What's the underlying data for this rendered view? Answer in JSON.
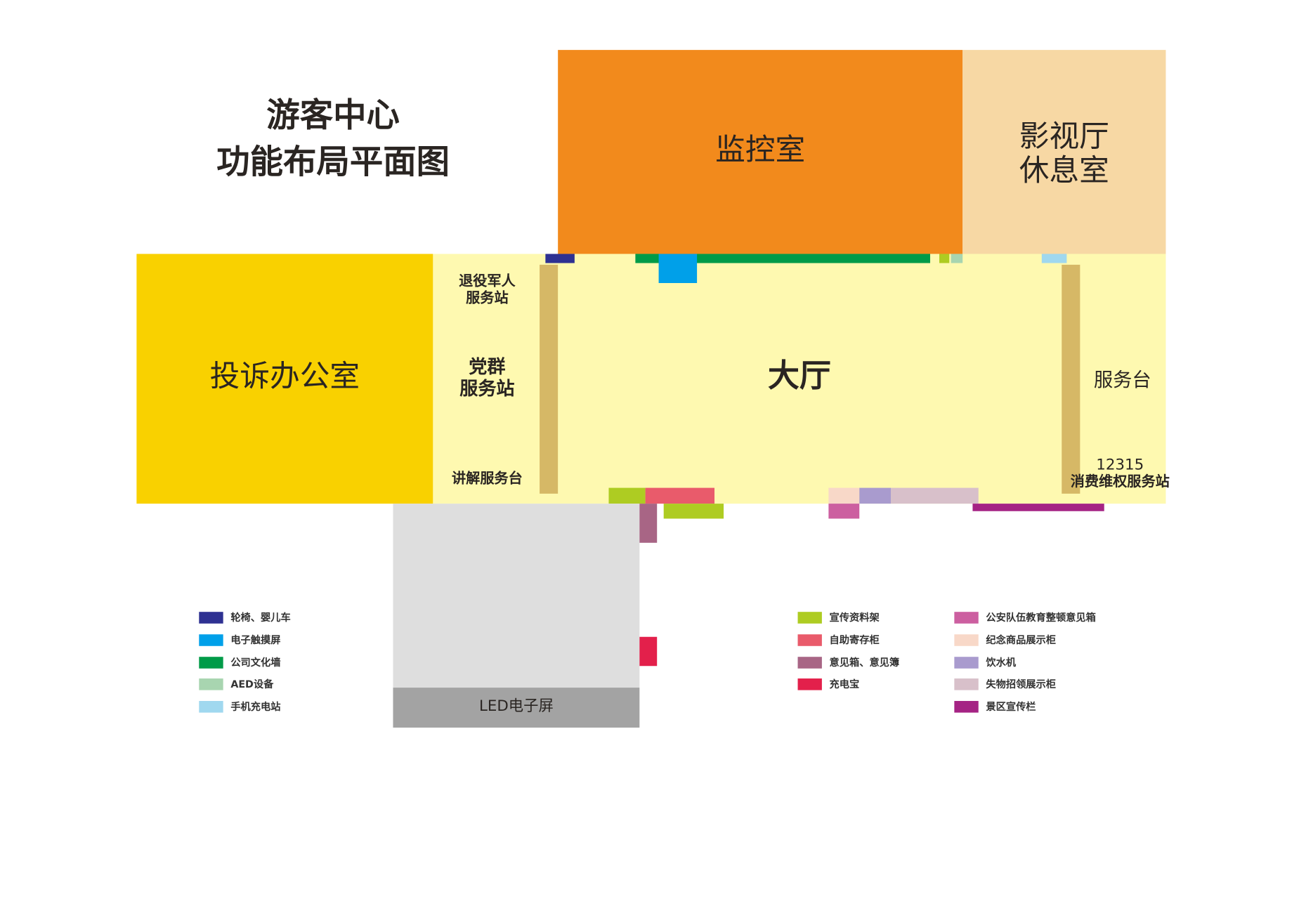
{
  "title": {
    "line1": "游客中心",
    "line2": "功能布局平面图"
  },
  "rooms": {
    "monitor": "监控室",
    "cinema_line1": "影视厅",
    "cinema_line2": "休息室",
    "complaint": "投诉办公室",
    "hall": "大厅",
    "veterans_line1": "退役军人",
    "veterans_line2": "服务站",
    "party_line1": "党群",
    "party_line2": "服务站",
    "guide_desk": "讲解服务台",
    "service_desk": "服务台",
    "consumer_line1": "12315",
    "consumer_line2": "消费维权服务站",
    "led": "LED电子屏"
  },
  "colors": {
    "monitor": "#F28A1C",
    "cinema": "#F7D8A4",
    "complaint": "#F9D100",
    "hall": "#FEF9B0",
    "pillar": "#D6B866",
    "led_area": "#DEDEDE",
    "led_screen": "#A3A3A3"
  },
  "legend": [
    {
      "label": "轮椅、婴儿车",
      "color": "#2E3192"
    },
    {
      "label": "电子触摸屏",
      "color": "#00A0E9"
    },
    {
      "label": "公司文化墙",
      "color": "#009B48"
    },
    {
      "label": "AED设备",
      "color": "#A8D5B0"
    },
    {
      "label": "手机充电站",
      "color": "#A0D8EF"
    },
    {
      "label": "宣传资料架",
      "color": "#AECC22"
    },
    {
      "label": "自助寄存柜",
      "color": "#E95B6B"
    },
    {
      "label": "意见箱、意见簿",
      "color": "#A86585"
    },
    {
      "label": "充电宝",
      "color": "#E3204B"
    },
    {
      "label": "公安队伍教育整顿意见箱",
      "color": "#CC5FA0"
    },
    {
      "label": "纪念商品展示柜",
      "color": "#F8D8C8"
    },
    {
      "label": "饮水机",
      "color": "#A99BCE"
    },
    {
      "label": "失物招领展示柜",
      "color": "#D8C0CA"
    },
    {
      "label": "景区宣传栏",
      "color": "#A52384"
    }
  ]
}
